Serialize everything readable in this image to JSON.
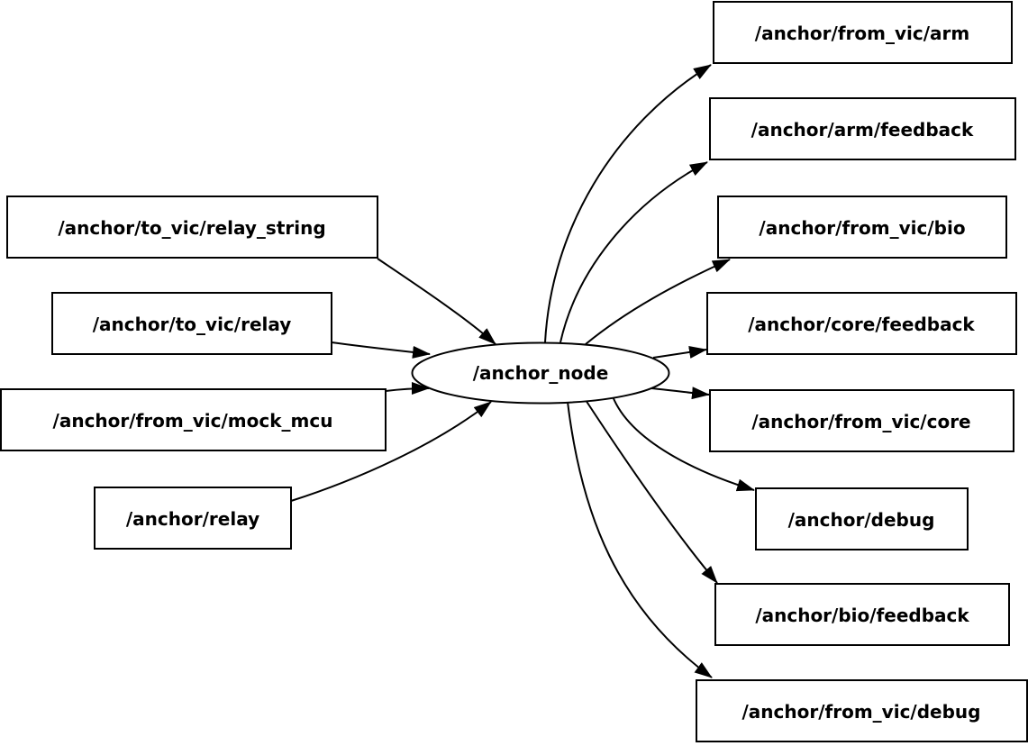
{
  "graph": {
    "kind": "ros-node-topic-graph",
    "colors": {
      "background": "#ffffff",
      "node_fill": "#ffffff",
      "node_border": "#000000",
      "edge": "#000000",
      "text": "#000000"
    },
    "center_node": {
      "label": "/anchor_node",
      "shape": "ellipse"
    },
    "input_topics": [
      {
        "label": "/anchor/to_vic/relay_string"
      },
      {
        "label": "/anchor/to_vic/relay"
      },
      {
        "label": "/anchor/from_vic/mock_mcu"
      },
      {
        "label": "/anchor/relay"
      }
    ],
    "output_topics": [
      {
        "label": "/anchor/from_vic/arm"
      },
      {
        "label": "/anchor/arm/feedback"
      },
      {
        "label": "/anchor/from_vic/bio"
      },
      {
        "label": "/anchor/core/feedback"
      },
      {
        "label": "/anchor/from_vic/core"
      },
      {
        "label": "/anchor/debug"
      },
      {
        "label": "/anchor/bio/feedback"
      },
      {
        "label": "/anchor/from_vic/debug"
      }
    ],
    "edges": [
      {
        "from": "/anchor/to_vic/relay_string",
        "to": "/anchor_node"
      },
      {
        "from": "/anchor/to_vic/relay",
        "to": "/anchor_node"
      },
      {
        "from": "/anchor/from_vic/mock_mcu",
        "to": "/anchor_node"
      },
      {
        "from": "/anchor/relay",
        "to": "/anchor_node"
      },
      {
        "from": "/anchor_node",
        "to": "/anchor/from_vic/arm"
      },
      {
        "from": "/anchor_node",
        "to": "/anchor/arm/feedback"
      },
      {
        "from": "/anchor_node",
        "to": "/anchor/from_vic/bio"
      },
      {
        "from": "/anchor_node",
        "to": "/anchor/core/feedback"
      },
      {
        "from": "/anchor_node",
        "to": "/anchor/from_vic/core"
      },
      {
        "from": "/anchor_node",
        "to": "/anchor/debug"
      },
      {
        "from": "/anchor_node",
        "to": "/anchor/bio/feedback"
      },
      {
        "from": "/anchor_node",
        "to": "/anchor/from_vic/debug"
      }
    ]
  }
}
